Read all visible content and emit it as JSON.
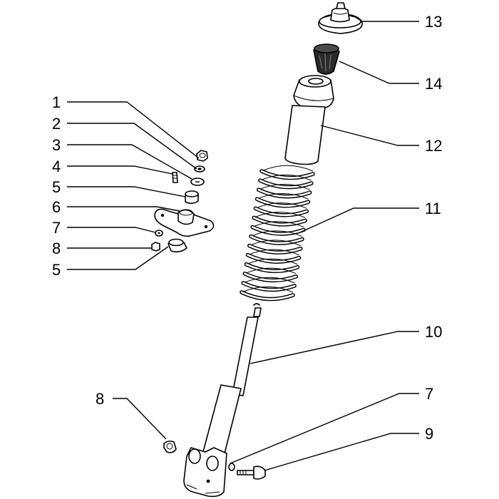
{
  "diagram": {
    "type": "exploded-parts-view",
    "colors": {
      "line": "#000000",
      "background": "#ffffff",
      "part_fill": "#ffffff",
      "rubber_fill": "#2a2a2a"
    },
    "callouts": [
      {
        "id": "c1",
        "number": "1"
      },
      {
        "id": "c2",
        "number": "2"
      },
      {
        "id": "c3",
        "number": "3"
      },
      {
        "id": "c4",
        "number": "4"
      },
      {
        "id": "c5a",
        "number": "5"
      },
      {
        "id": "c6",
        "number": "6"
      },
      {
        "id": "c7a",
        "number": "7"
      },
      {
        "id": "c8a",
        "number": "8"
      },
      {
        "id": "c5b",
        "number": "5"
      },
      {
        "id": "c13",
        "number": "13"
      },
      {
        "id": "c14",
        "number": "14"
      },
      {
        "id": "c12",
        "number": "12"
      },
      {
        "id": "c11",
        "number": "11"
      },
      {
        "id": "c10",
        "number": "10"
      },
      {
        "id": "c8b",
        "number": "8"
      },
      {
        "id": "c7b",
        "number": "7"
      },
      {
        "id": "c9",
        "number": "9"
      }
    ]
  }
}
